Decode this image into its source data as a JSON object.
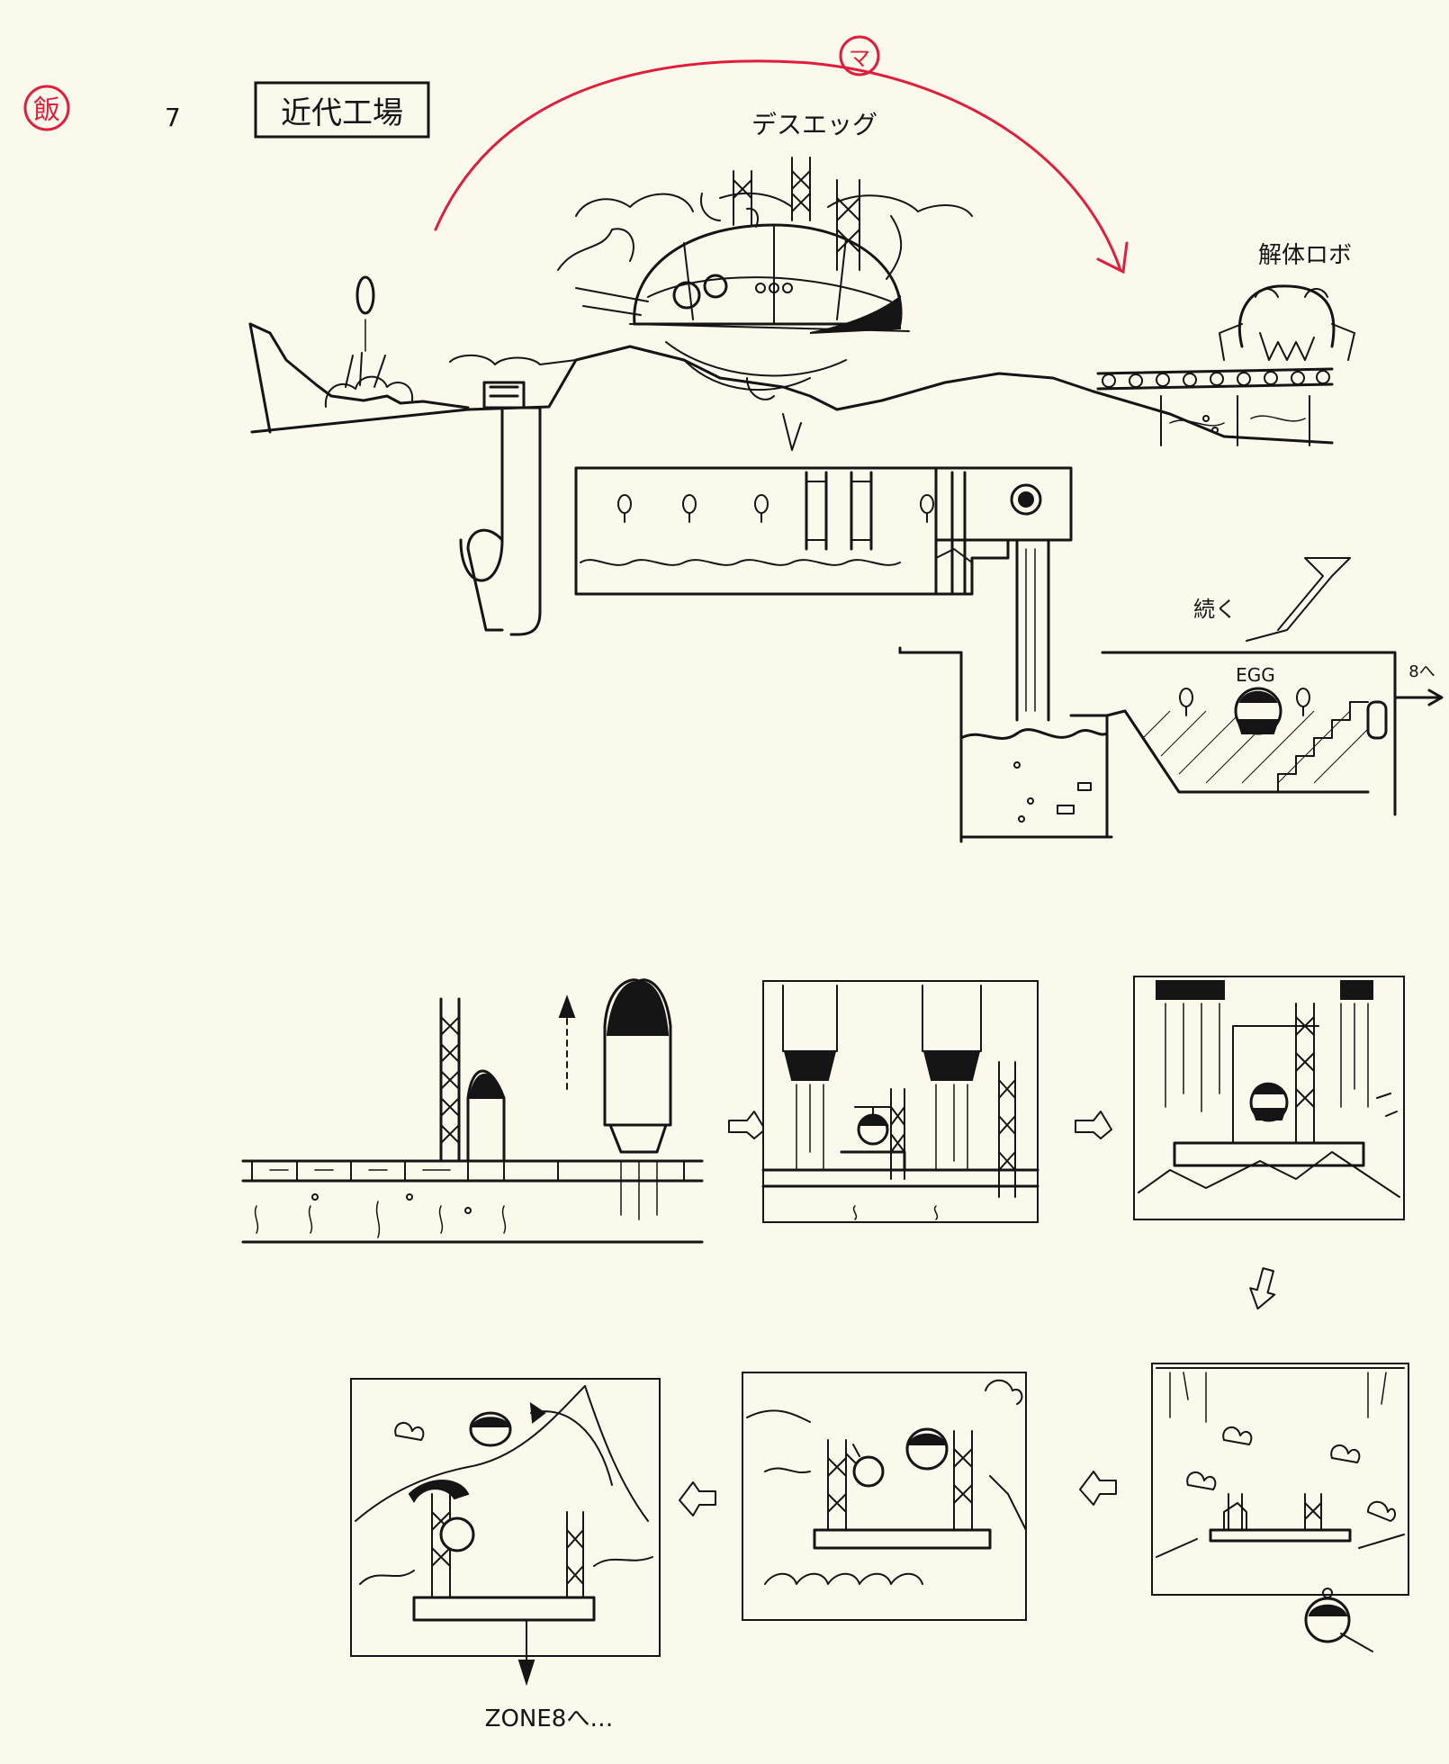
{
  "header": {
    "stamp_text": "飯",
    "page_number": "7",
    "zone_title": "近代工場",
    "edit_mark": "マ"
  },
  "labels": {
    "death_egg": "デスエッグ",
    "dismantle_robo": "解体ロボ",
    "continue_note": "続く",
    "egg_label": "EGG",
    "next_note_top": "8へ",
    "next_zone": "ZONE8へ…"
  },
  "colors": {
    "ink": "#151515",
    "paper": "#fbf8ec",
    "red_pencil": "#e01e3c"
  }
}
